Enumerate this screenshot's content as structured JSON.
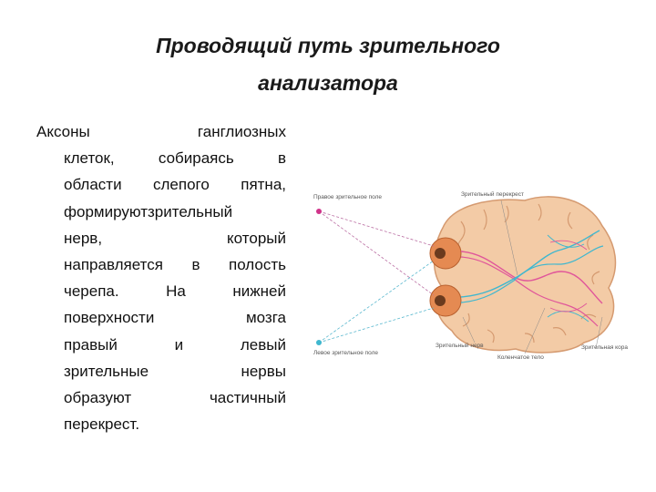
{
  "title": {
    "line1": "Проводящий путь зрительного",
    "line2": "анализатора"
  },
  "body_lines": [
    "Аксоны ганглиозных",
    "клеток, собираясь в",
    "области слепого пятна,",
    "формируютзрительный",
    "нерв, который",
    "направляется в полость",
    "черепа. На нижней",
    "поверхности мозга",
    "правый и левый",
    "зрительные нервы",
    "образуют частичный",
    "перекрест."
  ],
  "figure": {
    "labels": {
      "right_field": "Правое зрительное поле",
      "left_field": "Левое зрительное поле",
      "chiasm": "Зрительный перекрест",
      "optic_nerve": "Зрительный нерв",
      "geniculate": "Коленчатое тело",
      "cortex": "Зрительная кора"
    },
    "colors": {
      "brain": "#f3cba6",
      "brain_outline": "#d59a70",
      "eye": "#e58a52",
      "pink_path": "#e0569a",
      "cyan_path": "#3fb7cf",
      "field_line": "#bb6fa3"
    }
  }
}
